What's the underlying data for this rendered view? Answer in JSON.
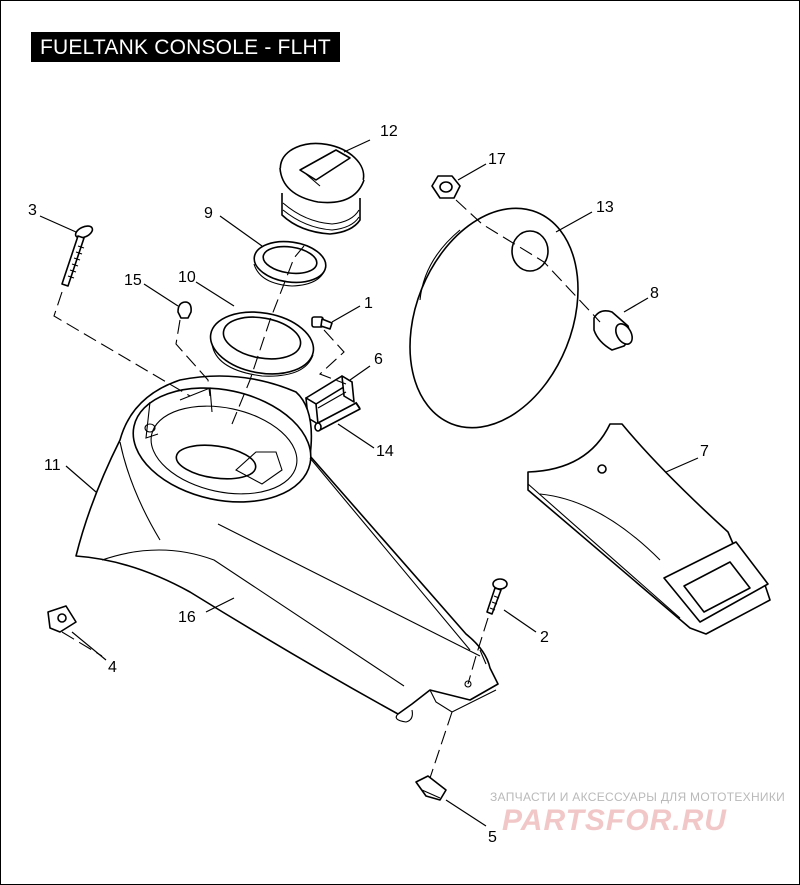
{
  "title": "FUELTANK CONSOLE - FLHT",
  "watermark": {
    "subtitle": "ЗАПЧАСТИ И АКСЕССУАРЫ ДЛЯ МОТОТЕХНИКИ",
    "logo": "PARTSFOR.RU"
  },
  "callouts": {
    "c1": "1",
    "c2": "2",
    "c3": "3",
    "c4": "4",
    "c5": "5",
    "c6": "6",
    "c7": "7",
    "c8": "8",
    "c9": "9",
    "c10": "10",
    "c11": "11",
    "c12": "12",
    "c13": "13",
    "c14": "14",
    "c15": "15",
    "c16": "16",
    "c17": "17"
  }
}
